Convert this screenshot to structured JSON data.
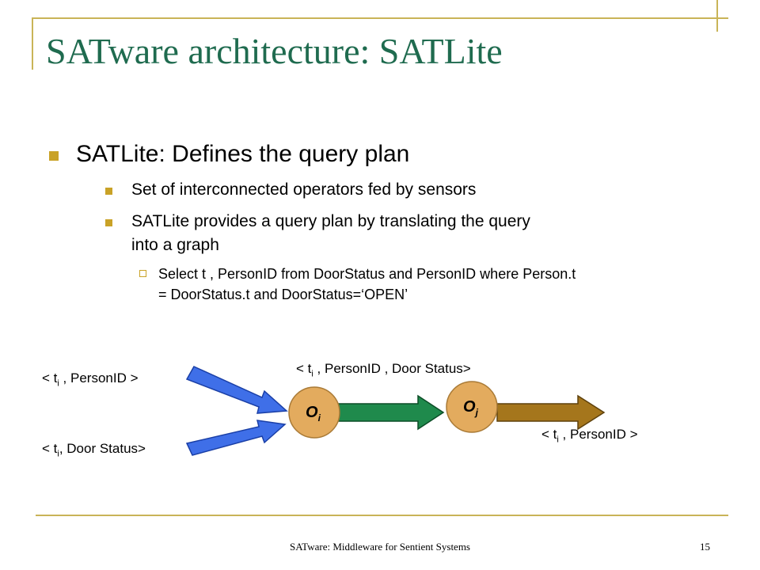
{
  "title": "SATware architecture: SATLite",
  "bullets": {
    "main": "SATLite: Defines the query plan",
    "sub1": "Set of interconnected operators fed by sensors",
    "sub2_line1": "SATLite provides a query plan  by translating the query",
    "sub2_line2": "into a graph",
    "sub3_line1": "Select t , PersonID from DoorStatus and PersonID where Person.t",
    "sub3_line2": "= DoorStatus.t and DoorStatus=‘OPEN’"
  },
  "diagram": {
    "input1": {
      "open": "< t",
      "sub": "i",
      "rest": " , PersonID >"
    },
    "input2": {
      "open": "< t",
      "sub": "i",
      "rest": ", Door Status>"
    },
    "middle": {
      "open": "< t",
      "sub": "i",
      "rest": " , PersonID , Door Status>"
    },
    "output": {
      "open": "< t",
      "sub": "i",
      "rest": " , PersonID >"
    },
    "operator_i": {
      "letter": "O",
      "sub": "i"
    },
    "operator_j": {
      "letter": "O",
      "sub": "j"
    },
    "colors": {
      "input_arrow": "#3f6fe8",
      "middle_arrow": "#1f8a4c",
      "output_arrow": "#a5761c",
      "operator": "#e3ab5e"
    }
  },
  "footer": {
    "text": "SATware: Middleware for Sentient Systems",
    "page": "15"
  }
}
